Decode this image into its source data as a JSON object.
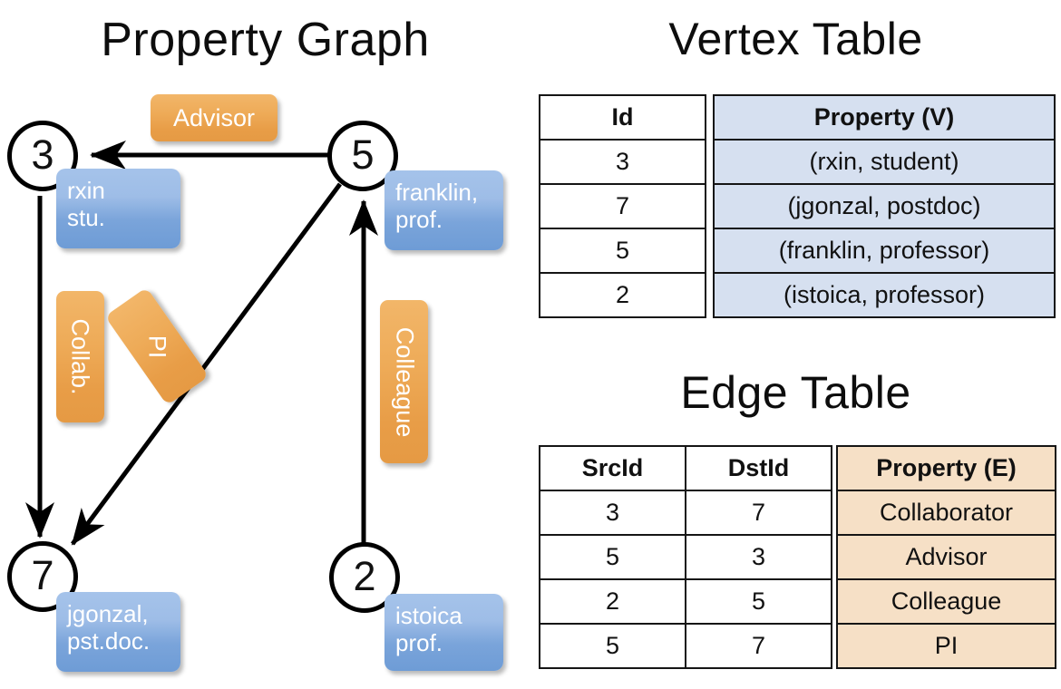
{
  "graph": {
    "title": "Property Graph",
    "nodes": [
      {
        "id": "3",
        "label": "3",
        "property": "rxin\nstu."
      },
      {
        "id": "5",
        "label": "5",
        "property": "franklin,\nprof."
      },
      {
        "id": "7",
        "label": "7",
        "property": "jgonzal,\npst.doc."
      },
      {
        "id": "2",
        "label": "2",
        "property": "istoica\nprof."
      }
    ],
    "edge_labels": [
      {
        "name": "advisor",
        "text": "Advisor"
      },
      {
        "name": "collab",
        "text": "Collab."
      },
      {
        "name": "pi",
        "text": "PI"
      },
      {
        "name": "colleague",
        "text": "Colleague"
      }
    ],
    "edges": [
      {
        "from": "5",
        "to": "3",
        "label": "Advisor"
      },
      {
        "from": "3",
        "to": "7",
        "label": "Collab."
      },
      {
        "from": "5",
        "to": "7",
        "label": "PI"
      },
      {
        "from": "2",
        "to": "5",
        "label": "Colleague"
      }
    ]
  },
  "vertex_table": {
    "title": "Vertex Table",
    "headers": [
      "Id",
      "Property (V)"
    ],
    "rows": [
      {
        "id": "3",
        "property": "(rxin, student)"
      },
      {
        "id": "7",
        "property": "(jgonzal, postdoc)"
      },
      {
        "id": "5",
        "property": "(franklin, professor)"
      },
      {
        "id": "2",
        "property": "(istoica, professor)"
      }
    ]
  },
  "edge_table": {
    "title": "Edge Table",
    "headers": [
      "SrcId",
      "DstId",
      "Property (E)"
    ],
    "rows": [
      {
        "src": "3",
        "dst": "7",
        "property": "Collaborator"
      },
      {
        "src": "5",
        "dst": "3",
        "property": "Advisor"
      },
      {
        "src": "2",
        "dst": "5",
        "property": "Colleague"
      },
      {
        "src": "5",
        "dst": "7",
        "property": "PI"
      }
    ]
  },
  "colors": {
    "node_property_blue": "#7aa4da",
    "edge_label_orange": "#eeab58",
    "vertex_cell_blue": "#d6e0f0",
    "edge_cell_orange": "#f6e0c6",
    "stroke": "#000000",
    "background": "#ffffff"
  }
}
